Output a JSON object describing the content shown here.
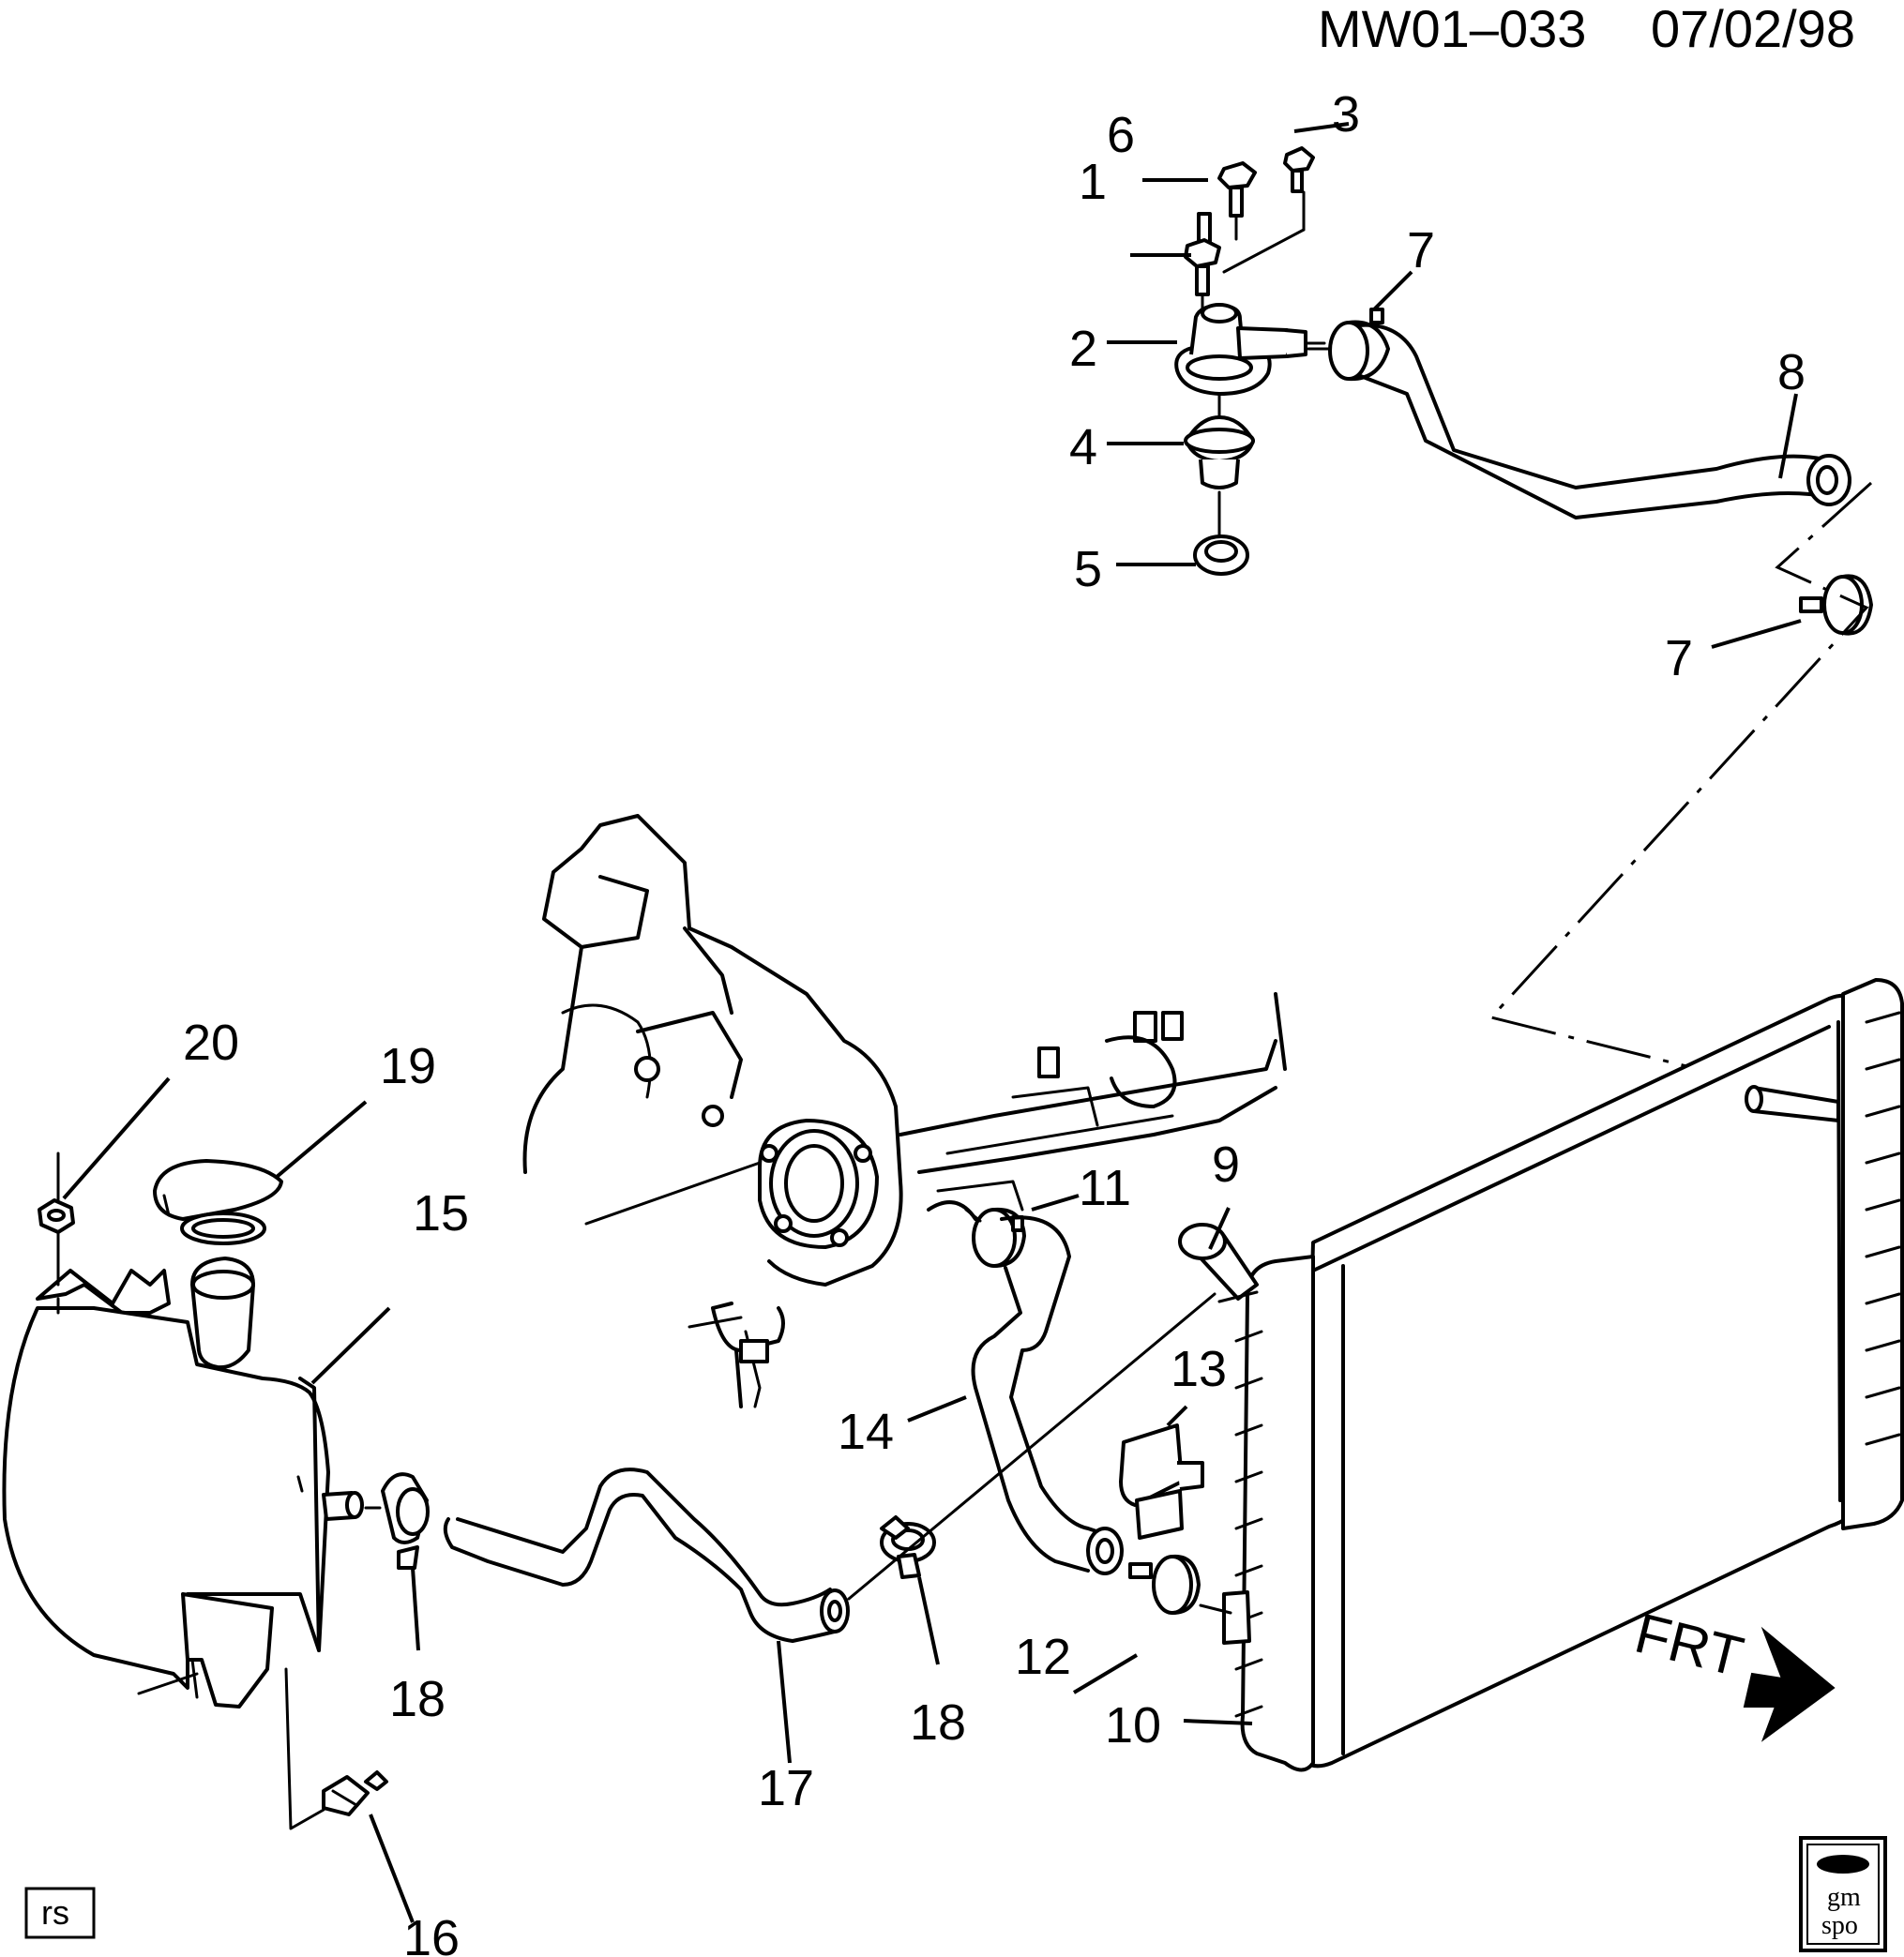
{
  "header": {
    "drawing_code": "MW01–033",
    "date": "07/02/98"
  },
  "direction_label": "FRT",
  "corner_tag": "rs",
  "logo": {
    "line1": "gm",
    "line2": "spo"
  },
  "callouts": {
    "c1": "1",
    "c2": "2",
    "c3": "3",
    "c4": "4",
    "c5": "5",
    "c6": "6",
    "c7a": "7",
    "c7b": "7",
    "c8": "8",
    "c9": "9",
    "c10": "10",
    "c11": "11",
    "c12": "12",
    "c13": "13",
    "c14": "14",
    "c15": "15",
    "c16": "16",
    "c17": "17",
    "c18a": "18",
    "c18b": "18",
    "c19": "19",
    "c20": "20"
  }
}
